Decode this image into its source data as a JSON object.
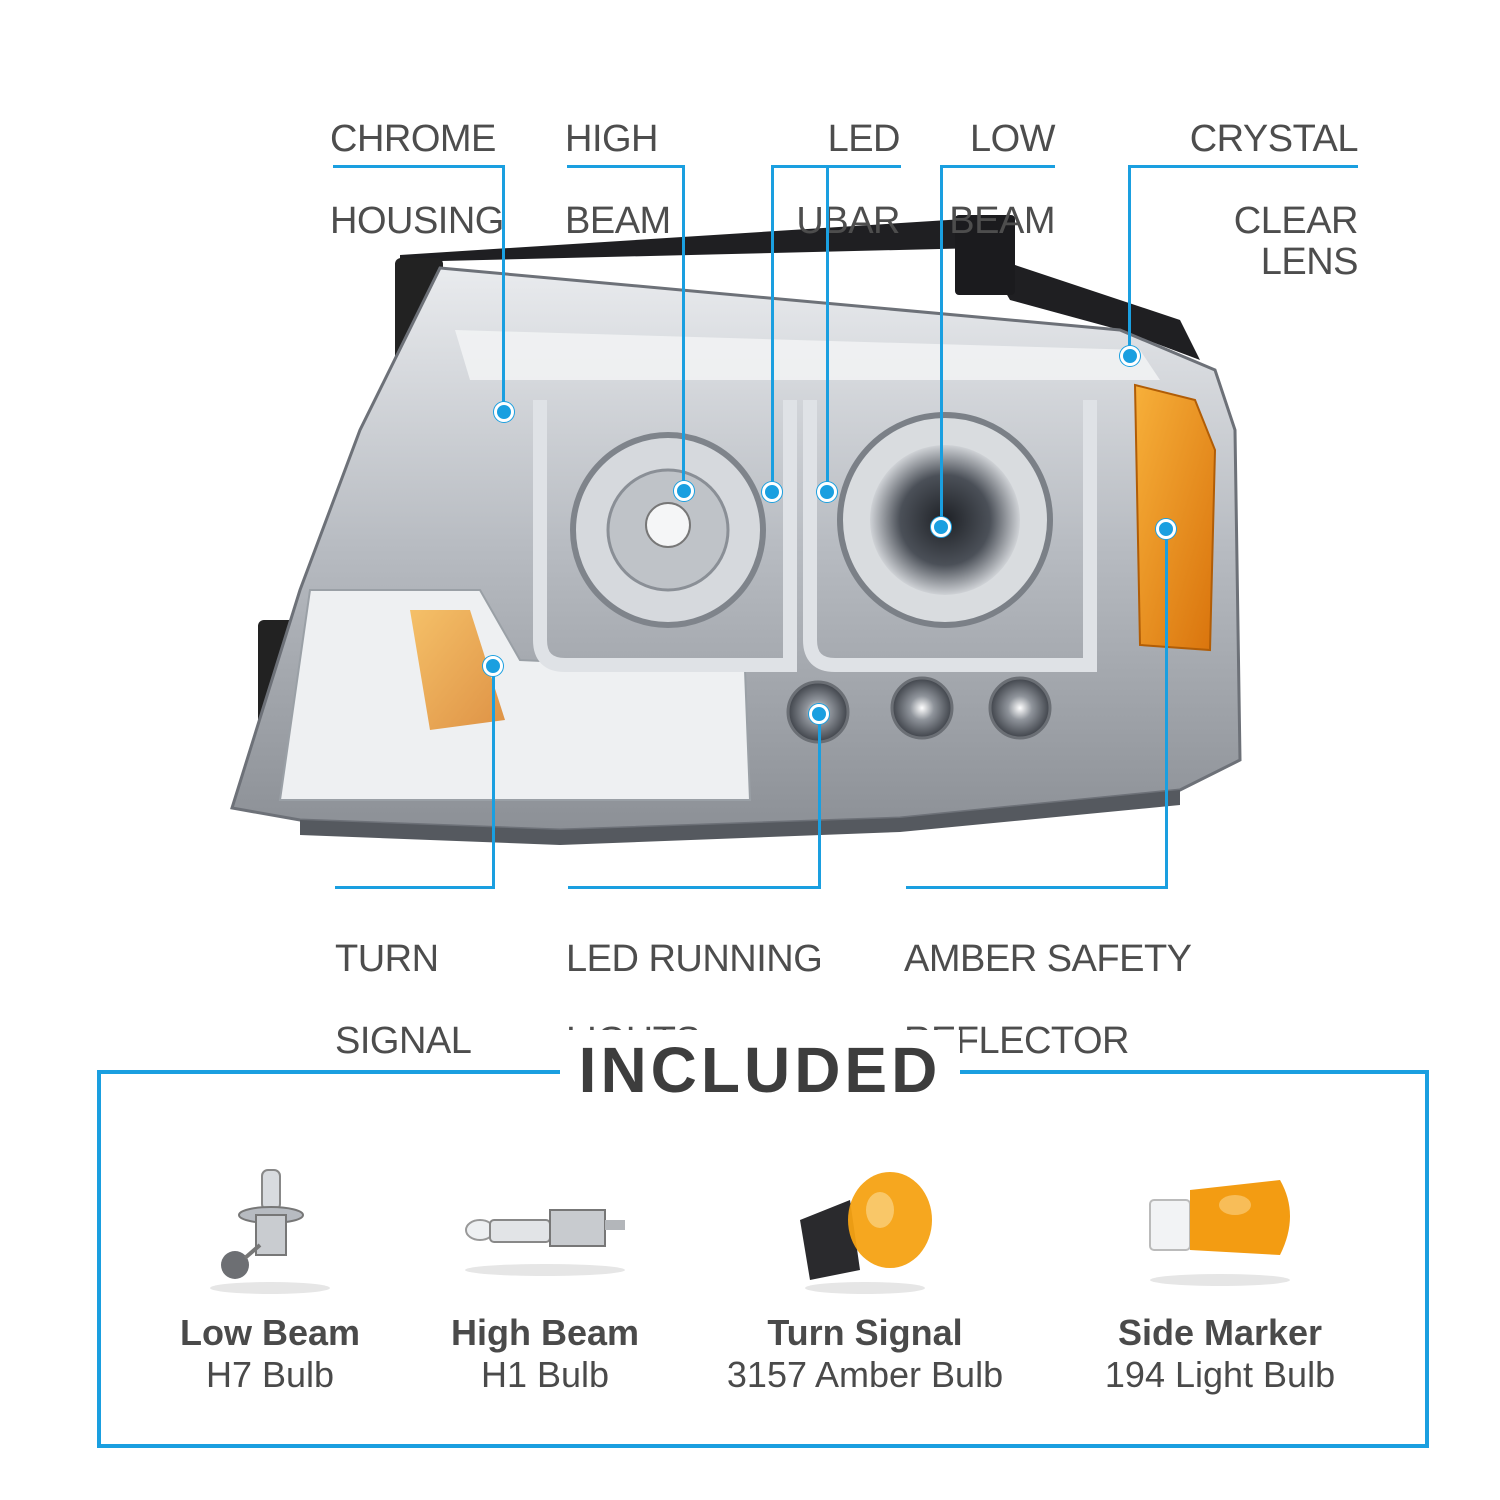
{
  "callouts": {
    "chrome_housing": [
      "CHROME",
      "HOUSING"
    ],
    "high_beam": [
      "HIGH",
      "BEAM"
    ],
    "led_ubar": [
      "LED",
      "UBAR"
    ],
    "low_beam": [
      "LOW",
      "BEAM"
    ],
    "crystal_clear_lens": [
      "CRYSTAL",
      "CLEAR LENS"
    ],
    "turn_signal": [
      "TURN",
      "SIGNAL"
    ],
    "led_running_lights": [
      "LED RUNNING",
      "LIGHTS"
    ],
    "amber_safety_reflector": [
      "AMBER SAFETY",
      "REFLECTOR"
    ]
  },
  "included": {
    "title": "INCLUDED",
    "items": [
      {
        "name": "Low Beam",
        "spec": "H7 Bulb",
        "icon": "h7-bulb-icon"
      },
      {
        "name": "High Beam",
        "spec": "H1 Bulb",
        "icon": "h1-bulb-icon"
      },
      {
        "name": "Turn Signal",
        "spec": "3157 Amber Bulb",
        "icon": "3157-amber-bulb-icon"
      },
      {
        "name": "Side Marker",
        "spec": "194 Light Bulb",
        "icon": "194-bulb-icon"
      }
    ]
  },
  "colors": {
    "accent": "#1a9fe0",
    "text": "#4d4d4d",
    "amber": "#f39c12",
    "chrome": "#c9ccd0"
  }
}
